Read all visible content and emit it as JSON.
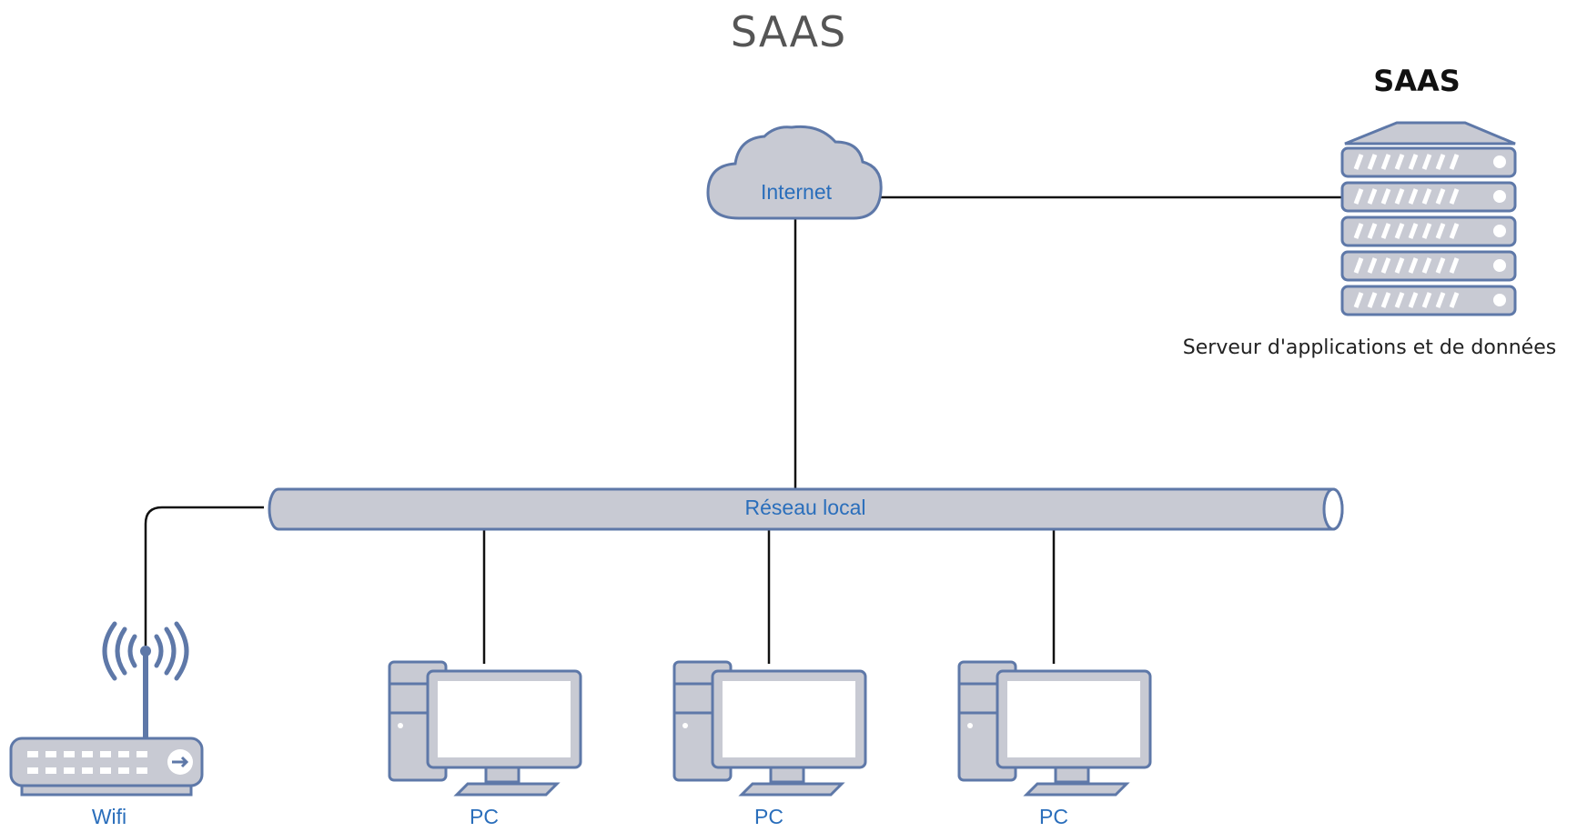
{
  "title": "SAAS",
  "server": {
    "title": "SAAS",
    "caption": "Serveur d'applications et de données"
  },
  "nodes": {
    "internet": "Internet",
    "local_network": "Réseau local",
    "wifi": "Wifi",
    "pcs": [
      "PC",
      "PC",
      "PC"
    ]
  },
  "colors": {
    "icon_fill": "#c8cad3",
    "icon_stroke": "#5e78a8",
    "label_blue": "#2a6ebb",
    "line": "#111111"
  },
  "icons": {
    "cloud": "cloud-icon",
    "server": "server-rack-icon",
    "router": "wifi-router-icon",
    "pc": "desktop-pc-icon"
  }
}
